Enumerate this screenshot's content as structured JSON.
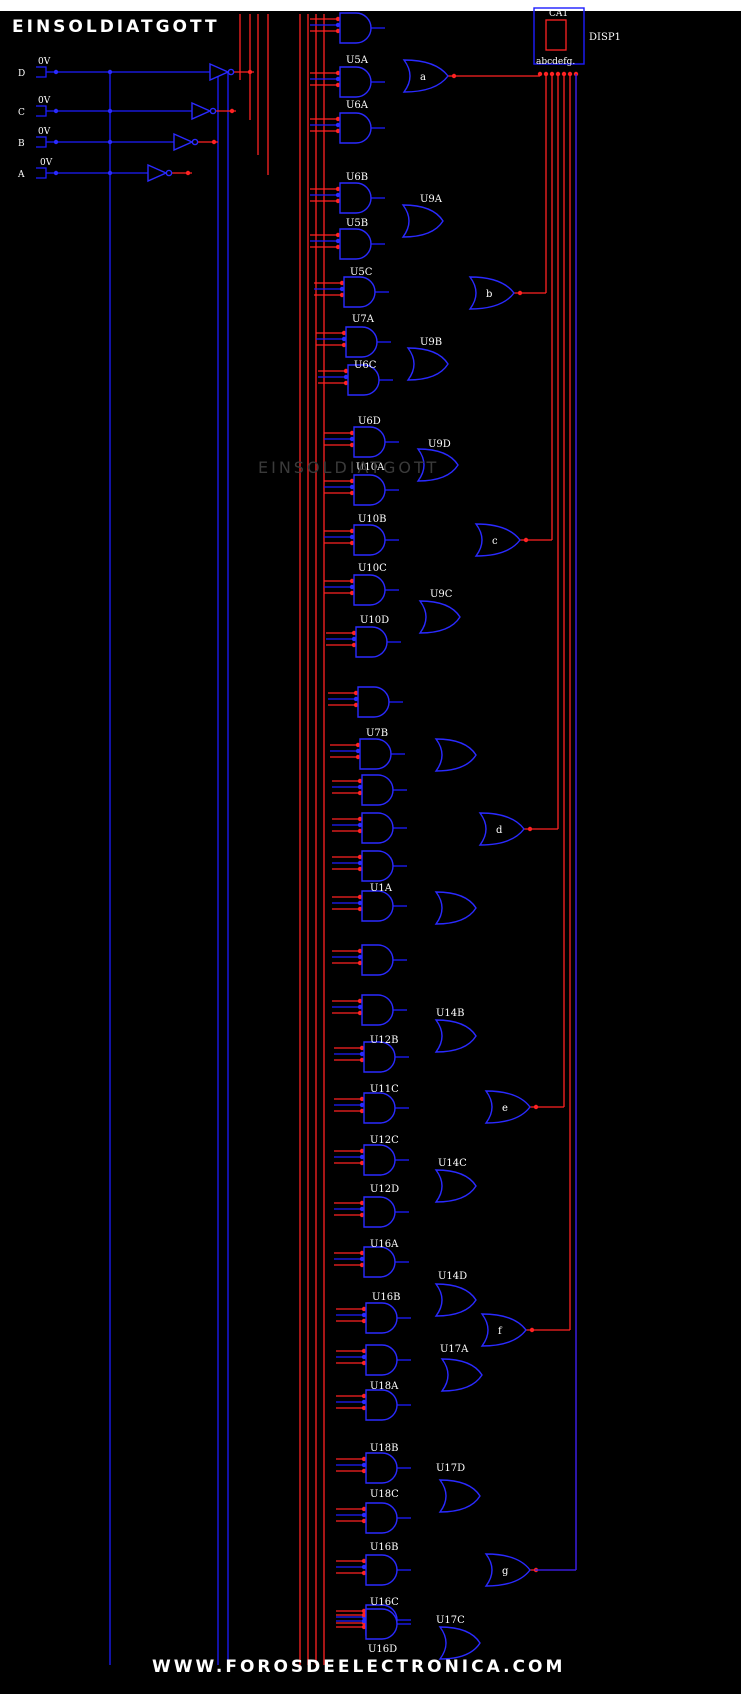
{
  "title": "EINSOLDIATGOTT",
  "watermark": "EINSOLDIATGOTT",
  "footer": "WWW.FOROSDEELECTRONICA.COM",
  "inputs": [
    {
      "name": "D",
      "value": "0V"
    },
    {
      "name": "C",
      "value": "0V"
    },
    {
      "name": "B",
      "value": "0V"
    },
    {
      "name": "A",
      "value": "0V"
    }
  ],
  "display": {
    "name": "DISP1",
    "top_label": "CA1",
    "pins": "abcdefg."
  },
  "or_gates": [
    "a",
    "b",
    "c",
    "d",
    "e",
    "f",
    "g"
  ],
  "gate_labels": [
    "U5A",
    "U6A",
    "U6B",
    "U5B",
    "U9A",
    "U5C",
    "U7A",
    "U9B",
    "U6C",
    "U6D",
    "U9D",
    "U10A",
    "U10B",
    "U10C",
    "U9C",
    "U10D",
    "U7B",
    "U1A",
    "U14B",
    "U12B",
    "U11C",
    "U12C",
    "U14C",
    "U12D",
    "U16A",
    "U14D",
    "U16B",
    "U17A",
    "U18A",
    "U18B",
    "U17D",
    "U18C",
    "U16B",
    "U16C",
    "U17C",
    "U16D"
  ],
  "colors": {
    "wire_high": "#ff2222",
    "wire_low": "#1c1cff",
    "background": "#000000"
  }
}
